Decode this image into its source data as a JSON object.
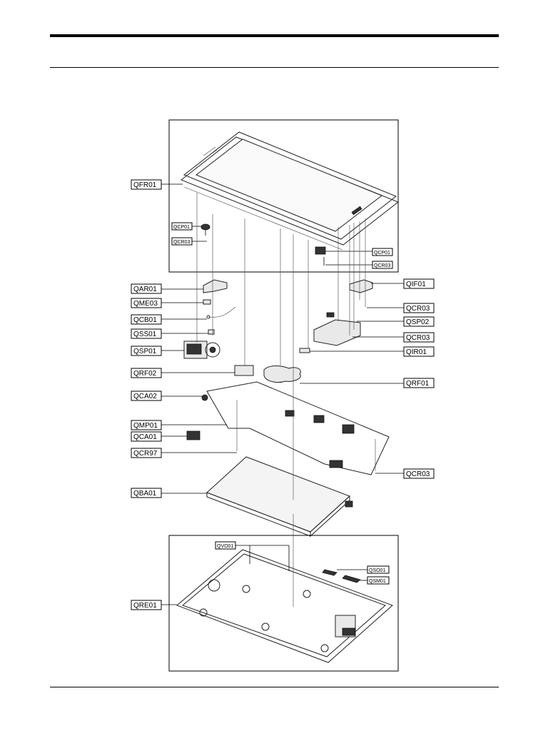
{
  "labels_left": [
    {
      "id": "QFR01"
    },
    {
      "id": "QAR01"
    },
    {
      "id": "QME03"
    },
    {
      "id": "QCB01"
    },
    {
      "id": "QSS01"
    },
    {
      "id": "QSP01"
    },
    {
      "id": "QRF02"
    },
    {
      "id": "QCA02"
    },
    {
      "id": "QMP01"
    },
    {
      "id": "QCA01"
    },
    {
      "id": "QCR97"
    },
    {
      "id": "QBA01"
    },
    {
      "id": "QRE01"
    }
  ],
  "labels_right": [
    {
      "id": "QIF01"
    },
    {
      "id": "QCR03"
    },
    {
      "id": "QSP02"
    },
    {
      "id": "QCR03"
    },
    {
      "id": "QIR01"
    },
    {
      "id": "QRF01"
    },
    {
      "id": "QCR03"
    }
  ],
  "labels_small": [
    {
      "id": "QCP01"
    },
    {
      "id": "QCR03"
    },
    {
      "id": "QCP01"
    },
    {
      "id": "QCR03"
    },
    {
      "id": "QVO01"
    },
    {
      "id": "QSO01"
    },
    {
      "id": "QSM01"
    }
  ]
}
